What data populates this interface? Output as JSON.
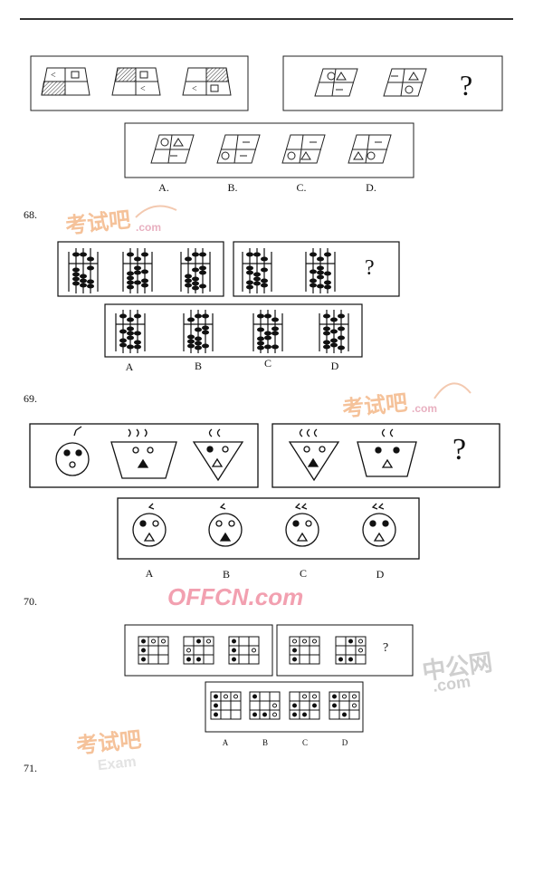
{
  "questions": [
    {
      "number": "68."
    },
    {
      "number": "69."
    },
    {
      "number": "70."
    },
    {
      "number": "71."
    }
  ],
  "q67": {
    "options": [
      "A.",
      "B.",
      "C.",
      "D."
    ],
    "unknown": "?"
  },
  "q68": {
    "options": [
      "A",
      "B",
      "C",
      "D"
    ],
    "unknown": "?"
  },
  "q69": {
    "options": [
      "A",
      "B",
      "C",
      "D"
    ],
    "unknown": "?"
  },
  "q70": {
    "options": [
      "A",
      "B",
      "C",
      "D"
    ],
    "unknown": "?"
  },
  "watermarks": {
    "kaoshiba": "考试吧",
    "kaoshiba_sub": ".com",
    "kaoshiba_en": "Exam",
    "offcn": "OFFCN.com",
    "zhonggong": "中公网",
    "zhonggong_sub": ".com"
  },
  "colors": {
    "ink": "#111111",
    "watermark_orange": "#f2b27a",
    "watermark_pink": "#e9a0b8",
    "watermark_gray": "#c8c8c8"
  }
}
